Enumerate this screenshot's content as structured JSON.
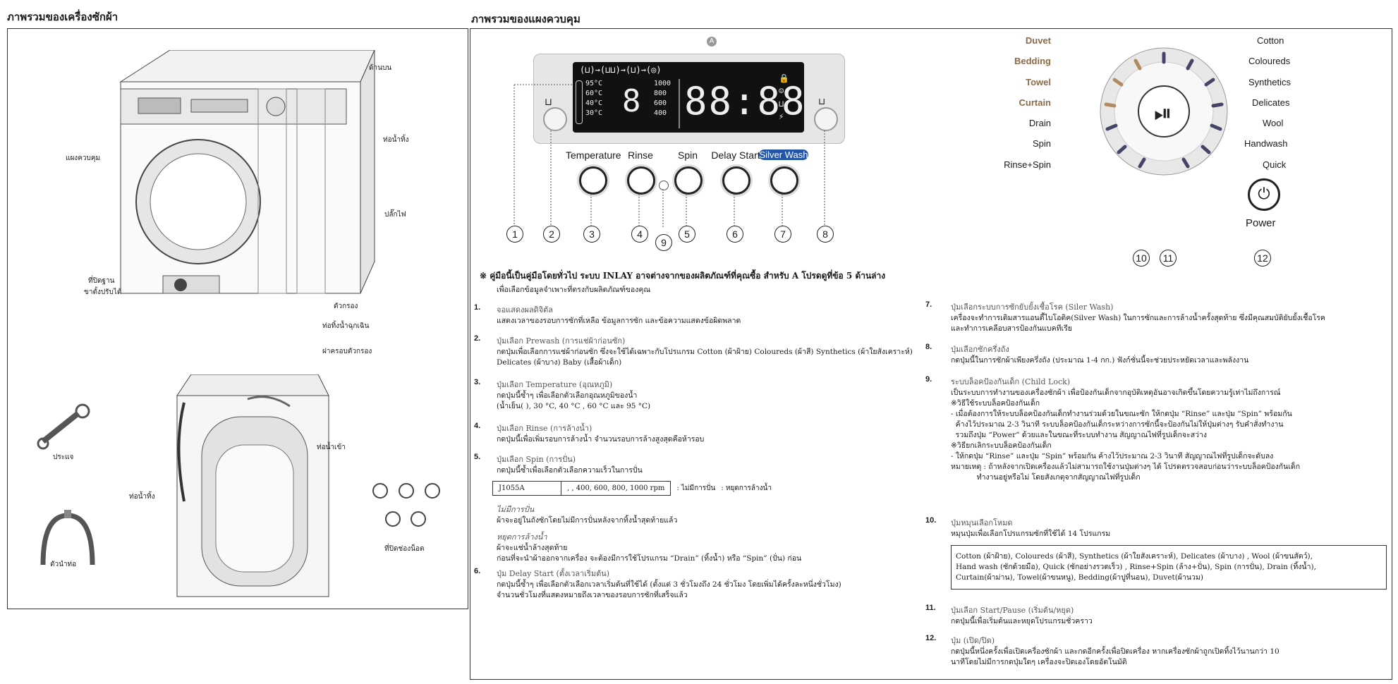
{
  "left_section": {
    "title": "ภาพรวมของเครื่องซักผ้า",
    "callouts": {
      "top": "ด้านบน",
      "drain_hose": "ท่อน้ำทิ้ง",
      "control_panel": "แผงควบคุม",
      "plug": "ปลั๊กไฟ",
      "leveling_foot": "ที่ปิดฐาน",
      "adjustable_feet": "ขาตั้งปรับได้",
      "filter": "ตัวกรอง",
      "emergency_drain": "ท่อทิ้งน้ำฉุกเฉิน",
      "filter_cover": "ฝาครอบตัวกรอง",
      "water_inlet": "ท่อน้ำเข้า",
      "drain_hose_back": "ท่อน้ำทิ้ง",
      "wrench": "ประแจ",
      "hose_guide": "ตัวนำท่อ",
      "bolt_caps": "ที่ปิดช่องน็อต"
    }
  },
  "right_section": {
    "title": "ภาพรวมของแผงควบคุม",
    "marker_a": "A",
    "lcd": {
      "temps": [
        "95°C",
        "60°C",
        "40°C",
        "30°C"
      ],
      "spins": [
        "1000",
        "800",
        "600",
        "400"
      ],
      "digit": "8",
      "time": "88:88"
    },
    "buttons": [
      {
        "label": "Temperature",
        "num": "3"
      },
      {
        "label": "Rinse",
        "num": "4"
      },
      {
        "label": "Spin",
        "num": "5"
      },
      {
        "label": "Delay Start",
        "num": "6"
      },
      {
        "label": "Silver Wash",
        "num": "7"
      }
    ],
    "nums_misc": {
      "n1": "1",
      "n2": "2",
      "n8": "8",
      "n9": "9",
      "n10": "10",
      "n11": "11",
      "n12": "12"
    },
    "dial_left": [
      "Duvet",
      "Bedding",
      "Towel",
      "Curtain",
      "Drain",
      "Spin",
      "Rinse+Spin"
    ],
    "dial_right": [
      "Cotton",
      "Coloureds",
      "Synthetics",
      "Delicates",
      "Wool",
      "Handwash",
      "Quick"
    ],
    "power_label": "Power",
    "note_title": "※  คู่มือนี้เป็นคู่มือโดยทั่วไป ระบบ INLAY อาจต่างจากของผลิตภัณฑ์ที่คุณซื้อ สำหรับ A โปรดดูที่ข้อ 5 ด้านล่าง",
    "note_sub": "เพื่อเลือกข้อมูลจำเพาะที่ตรงกับผลิตภัณฑ์ของคุณ",
    "items_left": [
      {
        "n": "1.",
        "h": "จอแสดงผลดิจิตัล",
        "t": [
          "แสดงเวลาของรอบการซักที่เหลือ ข้อมูลการซัก และข้อความแสดงข้อผิดพลาด"
        ]
      },
      {
        "n": "2.",
        "h": "ปุ่มเลือก Prewash (การแช่ผ้าก่อนซัก)",
        "t": [
          "กดปุ่มเพื่อเลือกการแช่ผ้าก่อนซัก ซึ่งจะใช้ได้เฉพาะกับโปรแกรม Cotton (ผ้าฝ้าย) Coloureds (ผ้าสี) Synthetics (ผ้าใยสังเคราะห์)",
          "Delicates (ผ้าบาง) Baby (เสื้อผ้าเด็ก)"
        ]
      },
      {
        "n": "3.",
        "h": "ปุ่มเลือก Temperature (อุณหภูมิ)",
        "t": [
          "กดปุ่มนี้ซ้ำๆ เพื่อเลือกตัวเลือกอุณหภูมิของน้ำ",
          "(น้ำเย็น( ), 30 °C, 40 °C , 60 °C และ 95 °C)"
        ]
      },
      {
        "n": "4.",
        "h": "ปุ่มเลือก Rinse (การล้างน้ำ)",
        "t": [
          "กดปุ่มนี้เพื่อเพิ่มรอบการล้างน้ำ จำนวนรอบการล้างสูงสุดคือห้ารอบ"
        ]
      },
      {
        "n": "5.",
        "h": "ปุ่มเลือก Spin (การปั่น)",
        "t": [
          "กดปุ่มนี้ซ้ำเพื่อเลือกตัวเลือกความเร็วในการปั่น"
        ]
      }
    ],
    "spin_table": {
      "model": "J1055A",
      "values": ", , 400, 600, 800, 1000 rpm",
      "legend_no_spin": ": ไม่มีการปั่น",
      "legend_hold": ": หยุดการล้างน้ำ"
    },
    "no_spin": {
      "h": "ไม่มีการปั่น",
      "t": "ผ้าจะอยู่ในถังซักโดยไม่มีการปั่นหลังจากทิ้งน้ำสุดท้ายแล้ว"
    },
    "rinse_hold": {
      "h": "หยุดการล้างน้ำ",
      "t1": "ผ้าจะแช่น้ำล้างสุดท้าย",
      "t2": "ก่อนที่จะนำผ้าออกจากเครื่อง จะต้องมีการใช้โปรแกรม “Drain” (ทิ้งน้ำ) หรือ “Spin” (ปั่น) ก่อน"
    },
    "item6": {
      "n": "6.",
      "h": "ปุ่ม Delay Start (ตั้งเวลาเริ่มต้น)",
      "t1": "กดปุ่มนี้ซ้ำๆ เพื่อเลือกตัวเลือกเวลาเริ่มต้นที่ใช้ได้ (ตั้งแต่ 3 ชั่วโมงถึง 24 ชั่วโมง โดยเพิ่มได้ครั้งละหนึ่งชั่วโมง)",
      "t2": "จำนวนชั่วโมงที่แสดงหมายถึงเวลาของรอบการซักที่เสร็จแล้ว"
    },
    "items_right": [
      {
        "n": "7.",
        "h": "ปุ่มเลือกระบบการซักยับยั้งเชื้อโรค (Siler Wash)",
        "t": [
          "เครื่องจะทำการเติมสารแอนตี้ไบโอติค(Silver Wash) ในการซักและการล้างน้ำครั้งสุดท้าย ซึ่งมีคุณสมบัติยับยั้งเชื้อโรค",
          "และทำการเคลือบสารป้องกันแบคทีเรีย"
        ]
      },
      {
        "n": "8.",
        "h": "ปุ่มเลือกซักครึ่งถัง",
        "t": [
          "กดปุ่มนี้ในการซักผ้าเพียงครึ่งถัง (ประมาณ 1-4 กก.) ฟังก์ชั่นนี้จะช่วยประหยัดเวลาและพลังงาน"
        ]
      },
      {
        "n": "9.",
        "h": "ระบบล็อคป้องกันเด็ก (Child Lock)",
        "t": [
          "เป็นระบบการทำงานของเครื่องซักผ้า เพื่อป้องกันเด็กจากอุบัติเหตุอันอาจเกิดขึ้นโดยความรู้เท่าไม่ถึงการณ์",
          "※วิธีใช้ระบบล็อคป้องกันเด็ก",
          "- เมื่อต้องการให้ระบบล็อคป้องกันเด็กทำงานร่วมด้วยในขณะซัก ให้กดปุ่ม “Rinse” และปุ่ม “Spin” พร้อมกัน",
          "  ค้างไว้ประมาณ 2-3 วินาที ระบบล็อคป้องกันเด็กระหว่างการซักนี้จะป้องกันไม่ให้ปุ่มต่างๆ รับคำสั่งทำงาน",
          "  รวมถึงปุ่ม “Power” ด้วยและในขณะที่ระบบทำงาน สัญญาณไฟที่รูปเด็กจะสว่าง",
          "※วิธียกเลิกระบบล็อคป้องกันเด็ก",
          "- ให้กดปุ่ม “Rinse” และปุ่ม “Spin” พร้อมกัน ค้างไว้ประมาณ 2-3 วินาที สัญญาณไฟที่รูปเด็กจะดับลง",
          "หมายเหตุ : ถ้าหลังจากเปิดเครื่องแล้วไม่สามารถใช้งานปุ่มต่างๆ ได้ โปรดตรวจสอบก่อนว่าระบบล็อคป้องกันเด็ก",
          "           ทำงานอยู่หรือไม่ โดยสังเกตุจากสัญญาณไฟที่รูปเด็ก"
        ]
      },
      {
        "n": "10.",
        "h": "ปุ่มหมุนเลือกโหมด",
        "t": [
          "หมุนปุ่มเพื่อเลือกโปรแกรมซักที่ใช้ได้ 14 โปรแกรม"
        ]
      }
    ],
    "program_box": [
      "Cotton (ผ้าฝ้าย), Coloureds (ผ้าสี), Synthetics (ผ้าใยสังเคราะห์), Delicates (ผ้าบาง) , Wool (ผ้าขนสัตว์),",
      "Hand wash (ซักด้วยมือ), Quick (ซักอย่างรวดเร็ว) , Rinse+Spin (ล้าง+ปั่น), Spin (การปั่น), Drain (ทิ้งน้ำ),",
      "Curtain(ผ้าม่าน), Towel(ผ้าขนหนู), Bedding(ผ้าปูที่นอน), Duvet(ผ้านวม)"
    ],
    "item11": {
      "n": "11.",
      "h": "ปุ่มเลือก Start/Pause (เริ่มต้น/หยุด)",
      "t": "กดปุ่มนี้เพื่อเริ่มต้นและหยุดโปรแกรมชั่วคราว"
    },
    "item12": {
      "n": "12.",
      "h": "ปุ่ม (เปิด/ปิด)",
      "t1": "กดปุ่มนี้หนึ่งครั้งเพื่อเปิดเครื่องซักผ้า และกดอีกครั้งเพื่อปิดเครื่อง หากเครื่องซักผ้าถูกเปิดทิ้งไว้นานกว่า 10",
      "t2": "นาทีโดยไม่มีการกดปุ่มใดๆ เครื่องจะปิดเองโดยอัตโนมัติ"
    }
  }
}
